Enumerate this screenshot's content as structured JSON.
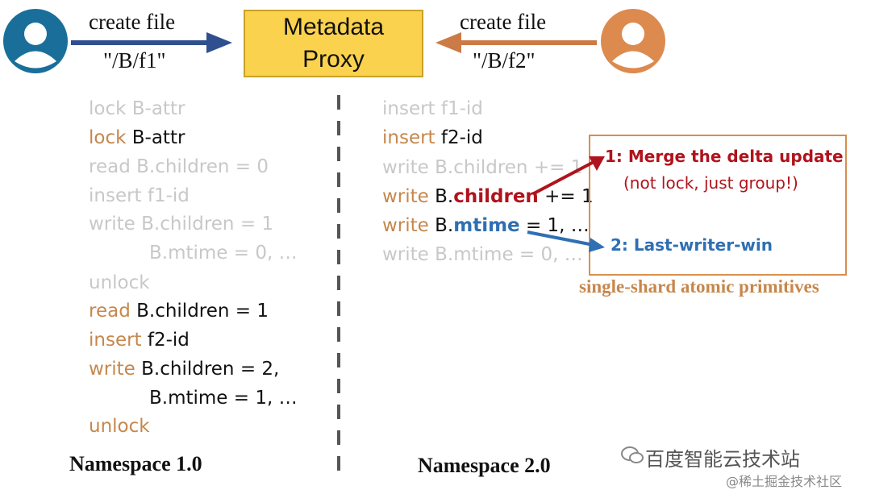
{
  "proxy": {
    "line1": "Metadata",
    "line2": "Proxy"
  },
  "left_user": {
    "action": "create file",
    "path": "\"/B/f1\""
  },
  "right_user": {
    "action": "create file",
    "path": "\"/B/f2\""
  },
  "ns1": {
    "title": "Namespace 1.0",
    "lines": [
      {
        "op": "lock",
        "rest": " B-attr"
      },
      {
        "op": "lock",
        "rest": " B-attr"
      },
      {
        "op": "read",
        "rest": " B.children = 0"
      },
      {
        "op": "insert",
        "rest": " f1-id"
      },
      {
        "op": "write",
        "rest": " B.children = 1"
      },
      {
        "op": "",
        "rest": "B.mtime = 0, …"
      },
      {
        "op": "unlock",
        "rest": ""
      },
      {
        "op": "read",
        "rest": " B.children = 1"
      },
      {
        "op": "insert",
        "rest": " f2-id"
      },
      {
        "op": "write",
        "rest": " B.children = 2,"
      },
      {
        "op": "",
        "rest": "B.mtime = 1, …"
      },
      {
        "op": "unlock",
        "rest": ""
      }
    ]
  },
  "ns2": {
    "title": "Namespace 2.0",
    "lines": [
      {
        "op": "insert",
        "rest": " f1-id"
      },
      {
        "op": "insert",
        "rest": " f2-id"
      },
      {
        "op": "write",
        "rest": " B.children += 1"
      },
      {
        "op": "write",
        "pre": " B.",
        "field": "children",
        "rest": " += 1"
      },
      {
        "op": "write",
        "pre": " B.",
        "field": "mtime",
        "rest": " = 1, …"
      },
      {
        "op": "write",
        "rest": " B.mtime = 0, …"
      }
    ]
  },
  "primitives": {
    "merge_title": "1: Merge the delta update",
    "merge_sub": "(not lock, just group!)",
    "lww": "2: Last-writer-win",
    "caption": "single-shard atomic primitives"
  },
  "watermark": {
    "text": "百度智能云技术站",
    "sub": "@稀土掘金技术社区"
  },
  "colors": {
    "user_left": "#1a6f9a",
    "user_right": "#dd8a4e",
    "arrow_left": "#2f4f8f",
    "arrow_right": "#cc7a46",
    "proxy_fill": "#fbd24e"
  }
}
